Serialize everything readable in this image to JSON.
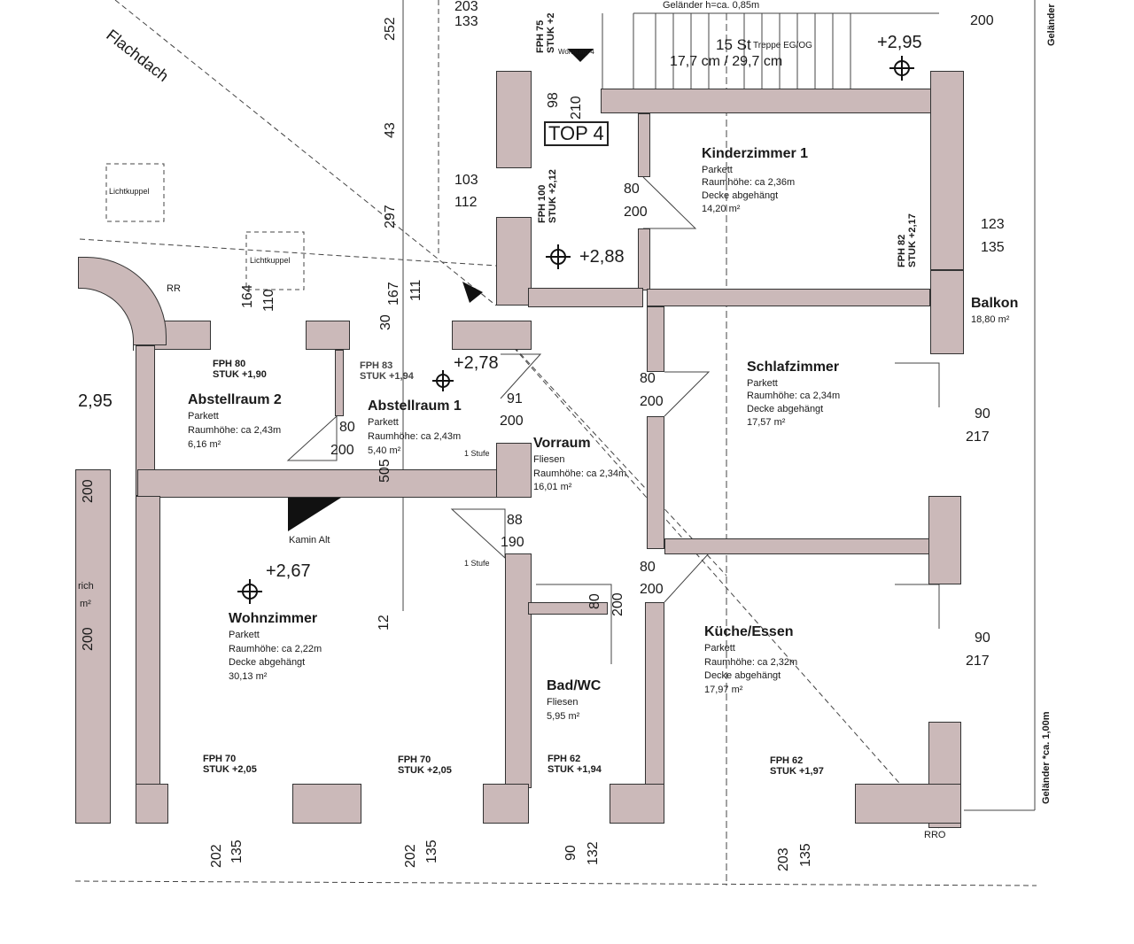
{
  "title": "TOP 4",
  "labels": {
    "flachdach": "Flachdach",
    "lichtkuppel_1": "Lichtkuppel",
    "lichtkuppel_2": "Lichtkuppel",
    "gelaender_top": "Geländer h=ca. 0,85m",
    "treppe_steps": "15 St",
    "treppe_name": "Treppe EG/OG",
    "treppe_dims": "17,7 cm / 29,7 cm",
    "wohnung": "Wohnung 4",
    "kamin": "Kamin Alt",
    "stufe_1": "1 Stufe",
    "stufe_2": "1 Stufe",
    "rr_top": "RR",
    "rr_bottom": "RRO",
    "gelaender_right": "Geländer *ca. 1,00m",
    "gelaender_right_top": "Geländer",
    "left_cut_1": "rich",
    "left_cut_2": "m²"
  },
  "rooms": [
    {
      "name": "Kinderzimmer 1",
      "floor": "Parkett",
      "height": "Raumhöhe: ca 2,36m",
      "ceiling": "Decke abgehängt",
      "area": "14,20 m²"
    },
    {
      "name": "Schlafzimmer",
      "floor": "Parkett",
      "height": "Raumhöhe: ca 2,34m",
      "ceiling": "Decke abgehängt",
      "area": "17,57 m²"
    },
    {
      "name": "Balkon",
      "area": "18,80 m²"
    },
    {
      "name": "Abstellraum 2",
      "floor": "Parkett",
      "height": "Raumhöhe: ca 2,43m",
      "area": "6,16 m²"
    },
    {
      "name": "Abstellraum 1",
      "floor": "Parkett",
      "height": "Raumhöhe: ca 2,43m",
      "area": "5,40 m²"
    },
    {
      "name": "Vorraum",
      "floor": "Fliesen",
      "height": "Raumhöhe: ca 2,34m",
      "area": "16,01 m²"
    },
    {
      "name": "Wohnzimmer",
      "floor": "Parkett",
      "height": "Raumhöhe: ca 2,22m",
      "ceiling": "Decke abgehängt",
      "area": "30,13 m²"
    },
    {
      "name": "Bad/WC",
      "floor": "Fliesen",
      "area": "5,95 m²"
    },
    {
      "name": "Küche/Essen",
      "floor": "Parkett",
      "height": "Raumhöhe: ca 2,32m",
      "ceiling": "Decke abgehängt",
      "area": "17,97 m²"
    }
  ],
  "levels": [
    "+2,95",
    "+2,88",
    "+2,78",
    "2,95",
    "+2,67"
  ],
  "fph": [
    {
      "a": "FPH 75",
      "b": "STUK +2"
    },
    {
      "a": "FPH 100",
      "b": "STUK +2,12"
    },
    {
      "a": "FPH 82",
      "b": "STUK +2,17"
    },
    {
      "a": "FPH 80",
      "b": "STUK +1,90"
    },
    {
      "a": "FPH 83",
      "b": "STUK +1,94"
    },
    {
      "a": "FPH 70",
      "b": "STUK +2,05"
    },
    {
      "a": "FPH 70",
      "b": "STUK +2,05"
    },
    {
      "a": "FPH 62",
      "b": "STUK +1,94"
    },
    {
      "a": "FPH 62",
      "b": "STUK +1,97"
    }
  ],
  "dims": {
    "d203": "203",
    "d133": "133",
    "d200a": "200",
    "d252": "252",
    "d43": "43",
    "d297": "297",
    "d98": "98",
    "d210": "210",
    "d103": "103",
    "d112": "112",
    "d80a": "80",
    "d200b": "200",
    "d123": "123",
    "d135a": "135",
    "d164": "164",
    "d110": "110",
    "d30": "30",
    "d167": "167",
    "d111": "111",
    "d80b": "80",
    "d200c": "200",
    "d91": "91",
    "d200d": "200",
    "d80c": "80",
    "d200e": "200",
    "d90a": "90",
    "d217a": "217",
    "d505": "505",
    "d88": "88",
    "d190": "190",
    "d200f": "200",
    "d200g": "200",
    "d80d": "80",
    "d200h": "200",
    "d80e": "80",
    "d200i": "200",
    "d12": "12",
    "d90b": "90",
    "d217b": "217",
    "d202a": "202",
    "d135b": "135",
    "d202b": "202",
    "d135c": "135",
    "d90c": "90",
    "d132": "132",
    "d203b": "203",
    "d135d": "135"
  }
}
